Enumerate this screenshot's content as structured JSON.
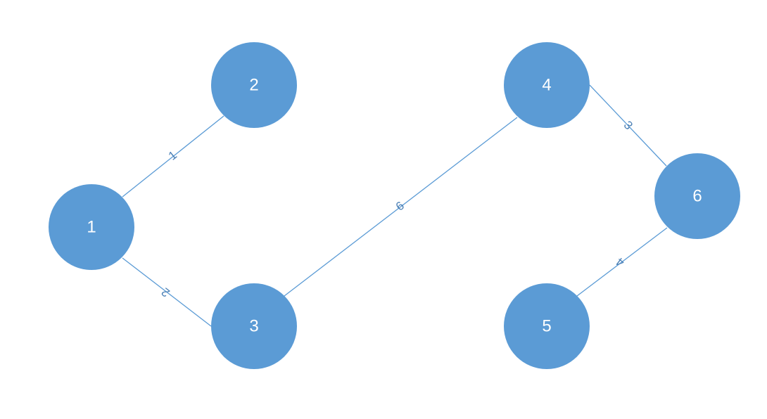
{
  "colors": {
    "node_fill": "#5b9bd5",
    "node_text": "#ffffff",
    "edge": "#5b9bd5",
    "edge_label": "#4a7fb5"
  },
  "nodes": [
    {
      "id": "1",
      "label": "1"
    },
    {
      "id": "2",
      "label": "2"
    },
    {
      "id": "3",
      "label": "3"
    },
    {
      "id": "4",
      "label": "4"
    },
    {
      "id": "5",
      "label": "5"
    },
    {
      "id": "6",
      "label": "6"
    }
  ],
  "edges": [
    {
      "from": "1",
      "to": "2",
      "weight": "1"
    },
    {
      "from": "1",
      "to": "3",
      "weight": "2"
    },
    {
      "from": "3",
      "to": "4",
      "weight": "6"
    },
    {
      "from": "4",
      "to": "6",
      "weight": "3"
    },
    {
      "from": "6",
      "to": "5",
      "weight": "4"
    }
  ]
}
